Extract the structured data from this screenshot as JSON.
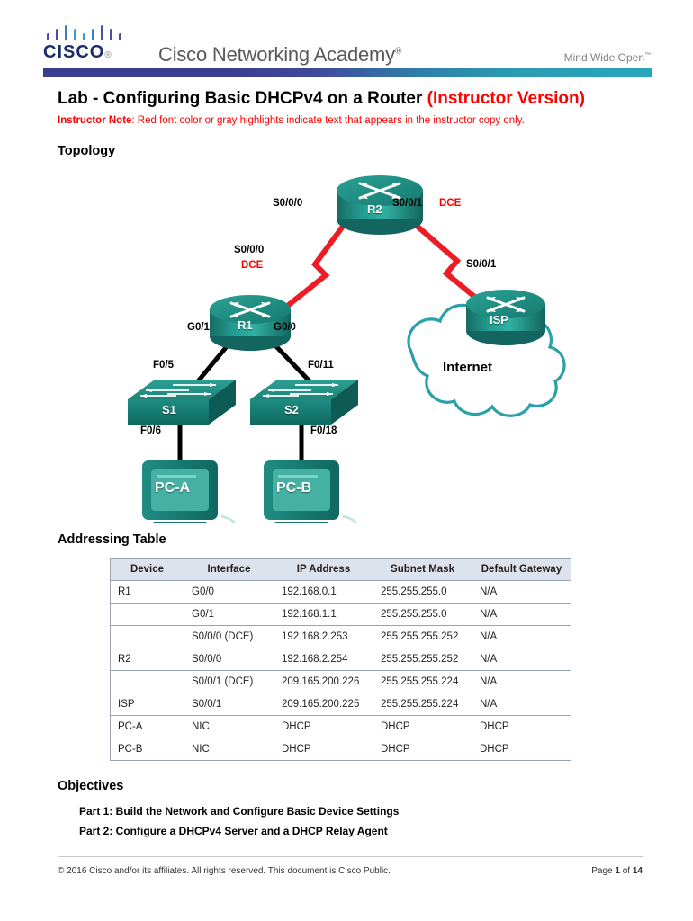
{
  "header": {
    "logo_word": "CISCO",
    "logo_registered": "®",
    "academy_text": "Cisco Networking Academy",
    "academy_mark": "®",
    "tagline": "Mind Wide Open",
    "tagline_mark": "™",
    "logo_bar_colors": [
      "#4b4f9e",
      "#4b4f9e",
      "#3f7fb5",
      "#2fa3c4",
      "#2fa3c4",
      "#3f7fb5",
      "#4b4f9e",
      "#4b4f9e",
      "#4b4f9e"
    ],
    "gradient_start": "#3b3d8f",
    "gradient_end": "#27a6bc"
  },
  "title": {
    "main": "Lab - Configuring Basic DHCPv4 on a Router",
    "suffix": "(Instructor Version)",
    "note_label": "Instructor Note",
    "note_text": ": Red font color or gray highlights indicate text that appears in the instructor copy only.",
    "accent_color": "#ff0000"
  },
  "sections": {
    "topology": "Topology",
    "addressing": "Addressing Table",
    "objectives": "Objectives"
  },
  "topology": {
    "devices": [
      {
        "name": "R2",
        "type": "router"
      },
      {
        "name": "R1",
        "type": "router"
      },
      {
        "name": "ISP",
        "type": "router"
      },
      {
        "name": "S1",
        "type": "switch"
      },
      {
        "name": "S2",
        "type": "switch"
      },
      {
        "name": "PC-A",
        "type": "pc"
      },
      {
        "name": "PC-B",
        "type": "pc"
      }
    ],
    "cloud_label": "Internet",
    "interface_labels": [
      {
        "text": "S0/0/0",
        "color": "black"
      },
      {
        "text": "S0/0/1",
        "color": "black"
      },
      {
        "text": "DCE",
        "color": "red"
      },
      {
        "text": "S0/0/0",
        "color": "black"
      },
      {
        "text": "DCE",
        "color": "red"
      },
      {
        "text": "S0/0/1",
        "color": "black"
      },
      {
        "text": "G0/1",
        "color": "black"
      },
      {
        "text": "G0/0",
        "color": "black"
      },
      {
        "text": "F0/5",
        "color": "black"
      },
      {
        "text": "F0/11",
        "color": "black"
      },
      {
        "text": "F0/6",
        "color": "black"
      },
      {
        "text": "F0/18",
        "color": "black"
      }
    ],
    "colors": {
      "device_teal": "#1f8a80",
      "device_teal_dark": "#13655e",
      "device_teal_light": "#46b3a8",
      "serial_link": "#ed1c24",
      "ethernet_link": "#000000",
      "cloud_outline": "#2aa0a8"
    }
  },
  "addressing_table": {
    "columns": [
      "Device",
      "Interface",
      "IP Address",
      "Subnet Mask",
      "Default Gateway"
    ],
    "rows": [
      [
        "R1",
        "G0/0",
        "192.168.0.1",
        "255.255.255.0",
        "N/A"
      ],
      [
        "",
        "G0/1",
        "192.168.1.1",
        "255.255.255.0",
        "N/A"
      ],
      [
        "",
        "S0/0/0 (DCE)",
        "192.168.2.253",
        "255.255.255.252",
        "N/A"
      ],
      [
        "R2",
        "S0/0/0",
        "192.168.2.254",
        "255.255.255.252",
        "N/A"
      ],
      [
        "",
        "S0/0/1 (DCE)",
        "209.165.200.226",
        "255.255.255.224",
        "N/A"
      ],
      [
        "ISP",
        "S0/0/1",
        "209.165.200.225",
        "255.255.255.224",
        "N/A"
      ],
      [
        "PC-A",
        "NIC",
        "DHCP",
        "DHCP",
        "DHCP"
      ],
      [
        "PC-B",
        "NIC",
        "DHCP",
        "DHCP",
        "DHCP"
      ]
    ],
    "header_background": "#dde3ec"
  },
  "objectives": [
    "Part 1: Build the Network and Configure Basic Device Settings",
    "Part 2: Configure a DHCPv4 Server and a DHCP Relay Agent"
  ],
  "footer": {
    "copyright": "© 2016 Cisco and/or its affiliates. All rights reserved. This document is Cisco Public.",
    "page_prefix": "Page ",
    "page_current": "1",
    "page_of": " of ",
    "page_total": "14"
  }
}
